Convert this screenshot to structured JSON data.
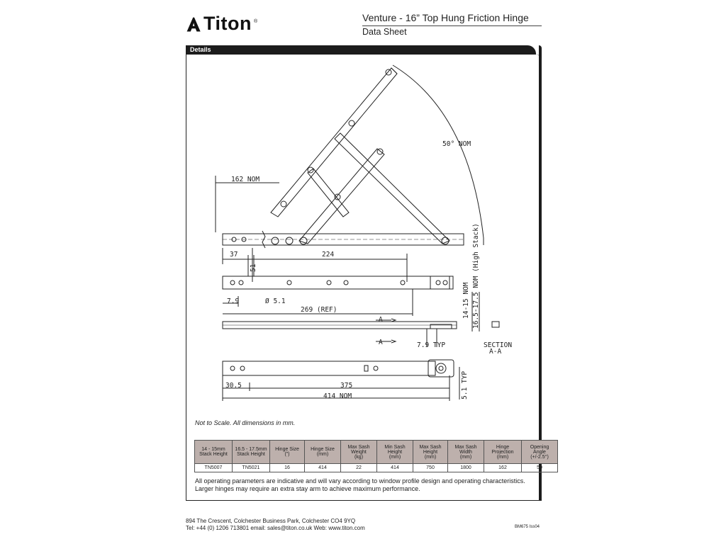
{
  "header": {
    "brand": "Titon",
    "reg_mark": "®",
    "title": "Venture - 16” Top Hung Friction Hinge",
    "subtitle": "Data Sheet"
  },
  "section": {
    "label": "Details"
  },
  "drawing": {
    "dims": {
      "nom_162": "162 NOM",
      "angle": "50° NOM",
      "d37": "37",
      "d224": "224",
      "d51a": "51",
      "d79": "7.9",
      "dia51": "Ø 5.1",
      "ref269": "269 (REF)",
      "stack_std": "14-15 NOM",
      "stack_high": "16.5-17.5 NOM (High Stack)",
      "sec_a1": "A",
      "sec_a2": "A",
      "typ79": "7.9 TYP",
      "section": "SECTION",
      "section_aa": "A-A",
      "d305": "30.5",
      "d375": "375",
      "nom414": "414 NOM",
      "typ51": "5.1 TYP"
    }
  },
  "note": "Not to Scale. All dimensions in mm.",
  "table": {
    "headers": [
      [
        "14 - 15mm",
        "Stack Height"
      ],
      [
        "16.5 - 17.5mm",
        "Stack Height"
      ],
      [
        "Hinge Size",
        "(”)"
      ],
      [
        "Hinge Size",
        "(mm)"
      ],
      [
        "Max Sash",
        "Weight",
        "(kg)"
      ],
      [
        "Min Sash",
        "Height",
        "(mm)"
      ],
      [
        "Max Sash",
        "Height",
        "(mm)"
      ],
      [
        "Max Sash",
        "Width",
        "(mm)"
      ],
      [
        "Hinge",
        "Projection",
        "(mm)"
      ],
      [
        "Opening",
        "Angle",
        "(+/-2.5°)"
      ]
    ],
    "rows": [
      [
        "TN5007",
        "TN5021",
        "16",
        "414",
        "22",
        "414",
        "750",
        "1800",
        "162",
        "50"
      ]
    ]
  },
  "disclaimer": "All operating parameters are indicative and will vary according to window profile design and operating characteristics. Larger hinges may require an extra stay arm to achieve maximum performance.",
  "footer": {
    "address": "894 The Crescent, Colchester Business Park, Colchester CO4 9YQ",
    "contact": "Tel: +44 (0) 1206 713801   email: sales@titon.co.uk   Web: www.titon.com",
    "doc_ref": "BM675 Iss04"
  },
  "colors": {
    "table_header": "#bdb0ac",
    "bar": "#1c1c1c"
  }
}
